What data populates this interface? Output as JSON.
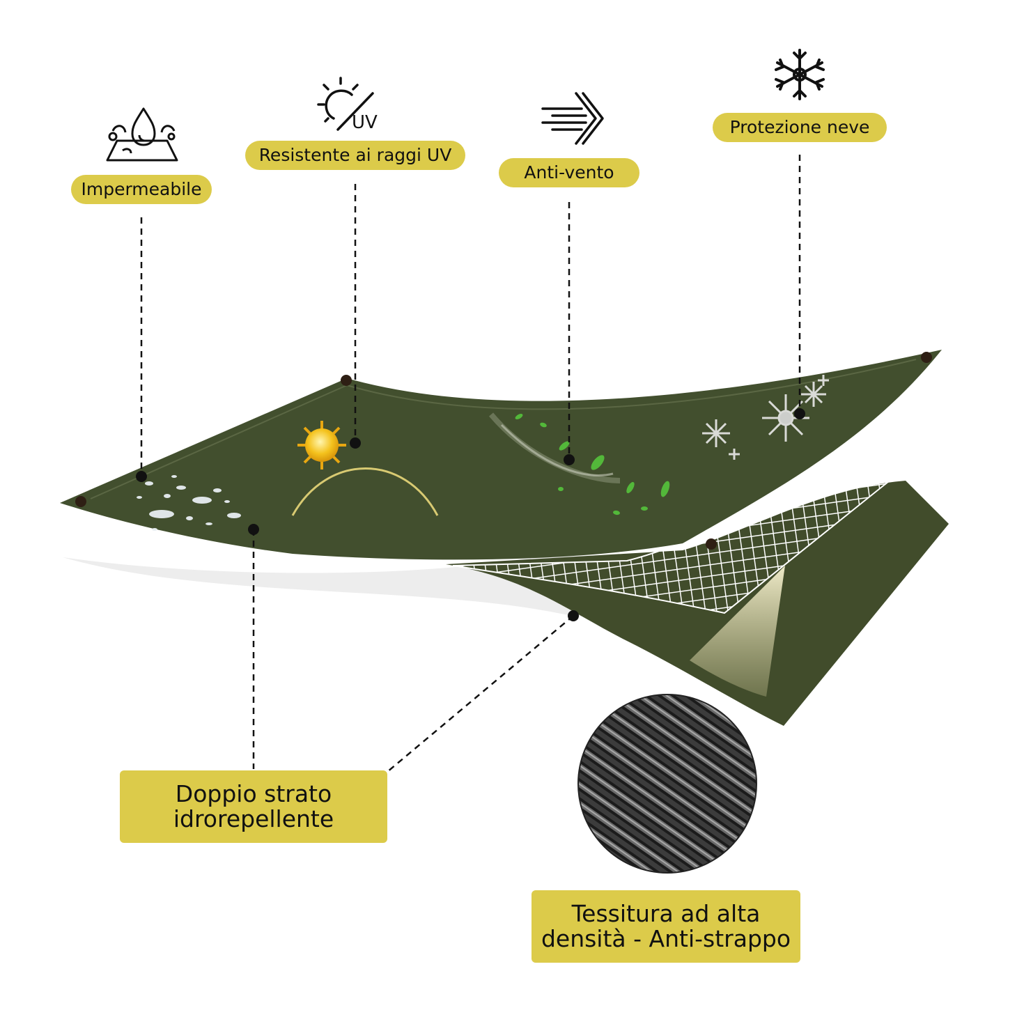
{
  "colors": {
    "accent": "#dccb4a",
    "tarp": "#424f2e",
    "tarp_dark": "#34401f",
    "shadow": "#e6e6e6",
    "leader": "#111111"
  },
  "features": {
    "waterproof": {
      "label": "Impermeabile",
      "icon": "water-drop-icon"
    },
    "uv": {
      "label": "Resistente ai raggi UV",
      "icon": "sun-uv-icon",
      "icon_text": "UV"
    },
    "wind": {
      "label": "Anti-vento",
      "icon": "wind-icon"
    },
    "snow": {
      "label": "Protezione neve",
      "icon": "snowflake-icon"
    }
  },
  "callouts": {
    "double_layer": {
      "line1": "Doppio strato",
      "line2": "idrorepellente"
    },
    "weave": {
      "line1": "Tessitura ad alta",
      "line2": "densità - Anti-strappo"
    }
  }
}
